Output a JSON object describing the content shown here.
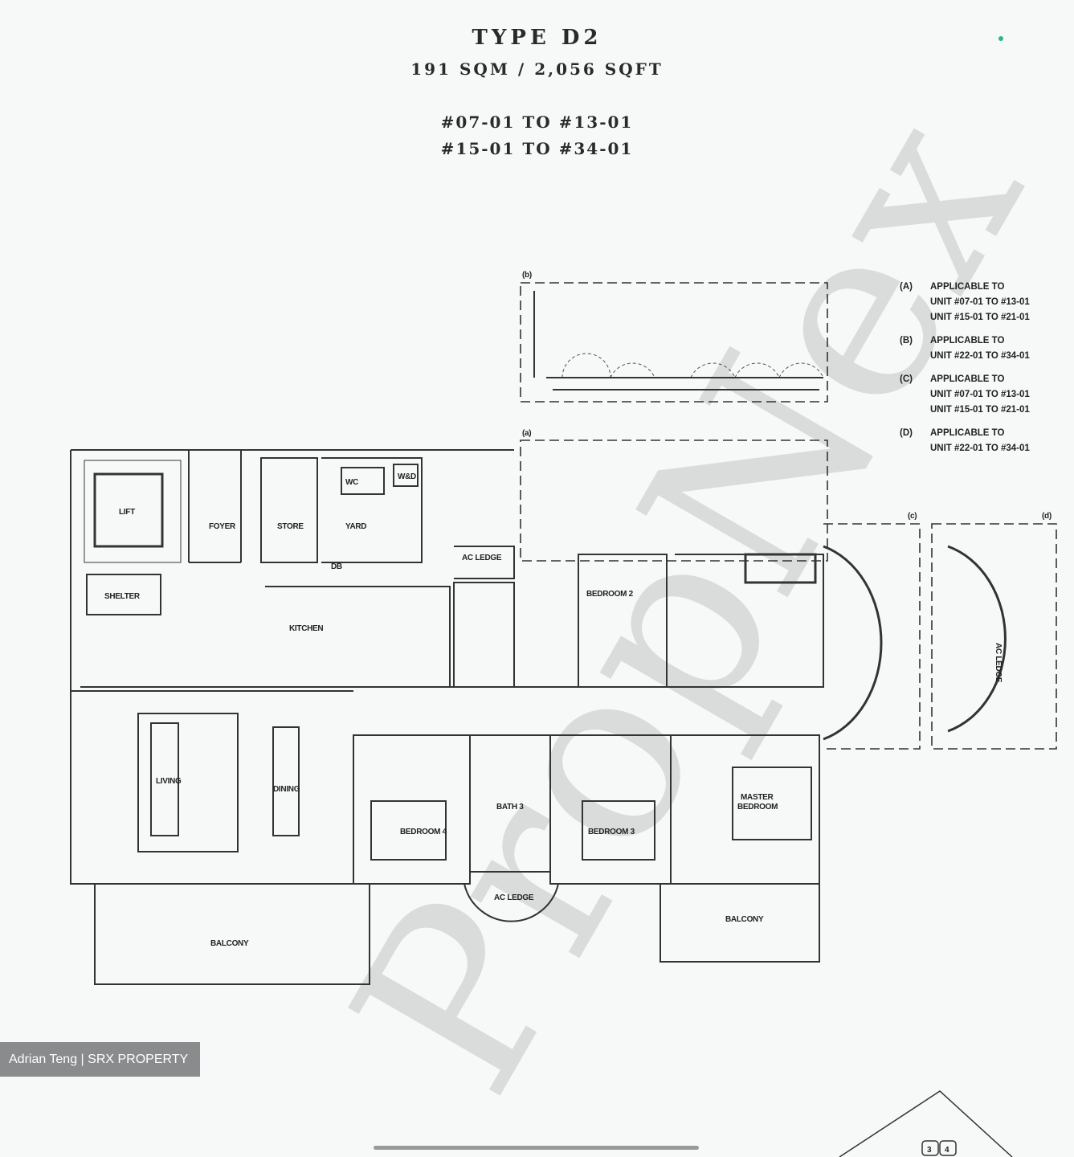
{
  "header": {
    "title": "TYPE D2",
    "area": "191 SQM / 2,056 SQFT",
    "unit_range_1": "#07-01 TO #13-01",
    "unit_range_2": "#15-01 TO #34-01"
  },
  "rooms": {
    "lift": "LIFT",
    "foyer": "FOYER",
    "store": "STORE",
    "yard": "YARD",
    "wc": "WC",
    "wd": "W&D",
    "db": "DB",
    "household_shelter": "SHELTER",
    "kitchen": "KITCHEN",
    "ac_ledge_top": "AC LEDGE",
    "bedroom2": "BEDROOM 2",
    "living": "LIVING",
    "dining": "DINING",
    "bedroom4": "BEDROOM 4",
    "bath3": "BATH 3",
    "bedroom3": "BEDROOM 3",
    "master_bedroom_line1": "MASTER",
    "master_bedroom_line2": "BEDROOM",
    "ac_ledge_bottom": "AC LEDGE",
    "balcony_left": "BALCONY",
    "balcony_right": "BALCONY",
    "ac_ledge_d": "AC LEDGE"
  },
  "variant_markers": {
    "a": "(a)",
    "b": "(b)",
    "c": "(c)",
    "d": "(d)"
  },
  "notes": [
    {
      "key": "(A)",
      "lines": [
        "APPLICABLE TO",
        "UNIT #07-01 TO #13-01",
        "UNIT #15-01 TO #21-01"
      ]
    },
    {
      "key": "(B)",
      "lines": [
        "APPLICABLE TO",
        "UNIT #22-01 TO #34-01"
      ]
    },
    {
      "key": "(C)",
      "lines": [
        "APPLICABLE TO",
        "UNIT #07-01 TO #13-01",
        "UNIT #15-01 TO #21-01"
      ]
    },
    {
      "key": "(D)",
      "lines": [
        "APPLICABLE TO",
        "UNIT #22-01 TO #34-01"
      ]
    }
  ],
  "watermark": "PropNex",
  "credit": "Adrian Teng | SRX PROPERTY",
  "keyplan": {
    "n3": "3",
    "n4": "4"
  },
  "colors": {
    "dot": "#2fb389",
    "credit_bg": "#8a8b8c"
  }
}
